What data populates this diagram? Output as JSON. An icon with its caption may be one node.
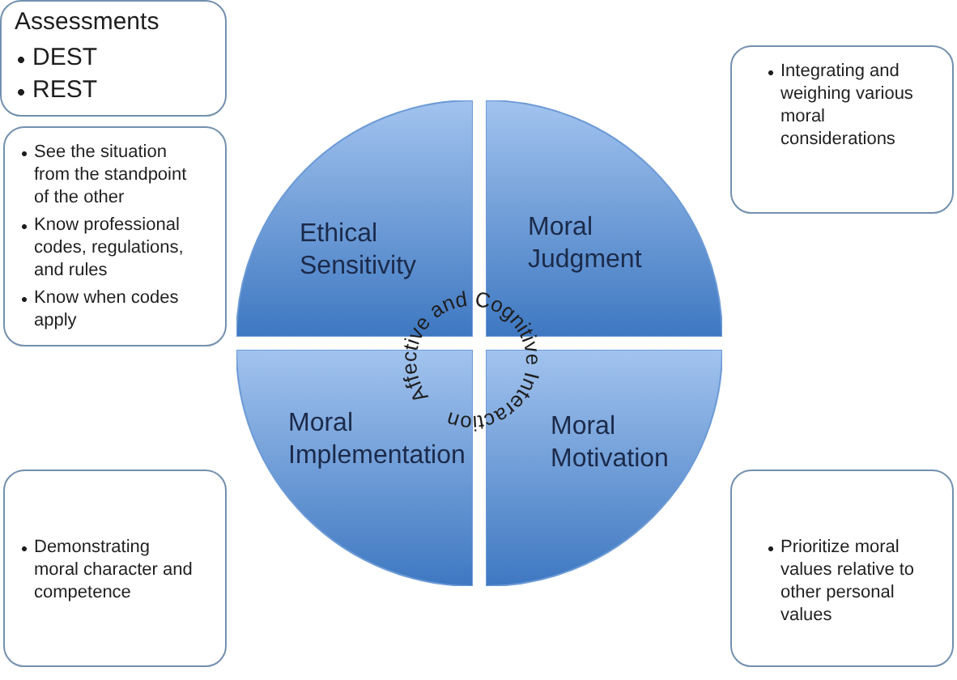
{
  "diagram": {
    "nodes": [
      {
        "text": [
          "Assessments",
          "DEST",
          "REST"
        ]
      },
      {
        "text": [
          "See the situation from the standpoint of the other",
          "Know professional codes, regulations, and rules",
          "Know when codes apply"
        ]
      },
      {
        "text": [
          "Ethical Sensitivity"
        ]
      },
      {
        "text": [
          "Moral Judgment"
        ]
      },
      {
        "text": [
          "Integrating and weighing various moral considerations"
        ]
      },
      {
        "text": [
          "Moral Implementation"
        ]
      },
      {
        "text": [
          "Moral Motivation"
        ]
      },
      {
        "text": [
          "Demonstrating moral character and competence"
        ]
      },
      {
        "text": [
          "Prioritize moral values relative to other personal values"
        ]
      }
    ],
    "labels": [
      "Affective and Cognitive Interaction"
    ]
  }
}
